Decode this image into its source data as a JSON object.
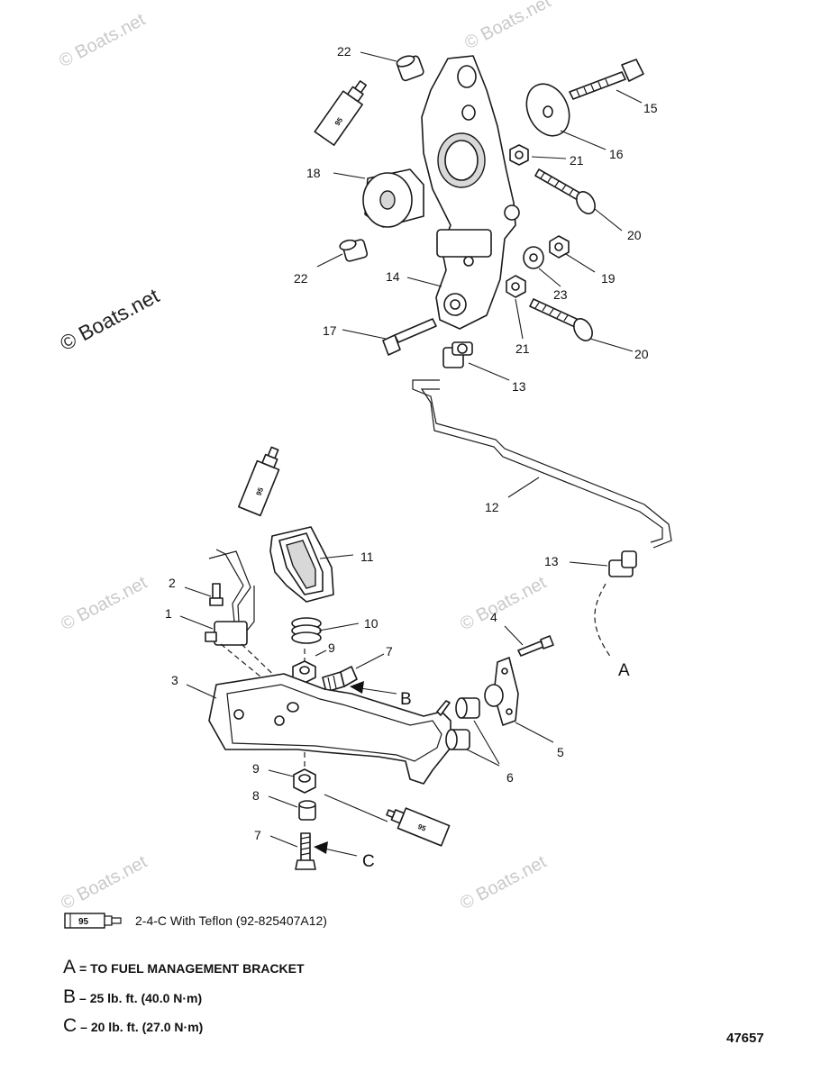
{
  "watermarks": [
    "© Boats.net",
    "© Boats.net",
    "© Boats.net",
    "© Boats.net",
    "© Boats.net",
    "© Boats.net",
    "© Boats.net"
  ],
  "tube_label": "95",
  "callouts": {
    "c1": "1",
    "c2": "2",
    "c3": "3",
    "c4": "4",
    "c5": "5",
    "c6": "6",
    "c7a": "7",
    "c7b": "7",
    "c8": "8",
    "c9a": "9",
    "c9b": "9",
    "c10": "10",
    "c11": "11",
    "c12": "12",
    "c13a": "13",
    "c13b": "13",
    "c14": "14",
    "c15": "15",
    "c16": "16",
    "c17": "17",
    "c18": "18",
    "c19": "19",
    "c20a": "20",
    "c20b": "20",
    "c21a": "21",
    "c21b": "21",
    "c22a": "22",
    "c22b": "22",
    "c23": "23"
  },
  "letters": {
    "a": "A",
    "b": "B",
    "c": "C"
  },
  "legend": {
    "sealant_tube": "95",
    "sealant_text": "2-4-C With Teflon (92-825407A12)",
    "a_letter": "A",
    "a_text": "= TO FUEL MANAGEMENT BRACKET",
    "b_letter": "B",
    "b_text": "– 25 lb. ft. (40.0 N·m)",
    "c_letter": "C",
    "c_text": "– 20 lb. ft. (27.0 N·m)"
  },
  "reference_number": "47657"
}
